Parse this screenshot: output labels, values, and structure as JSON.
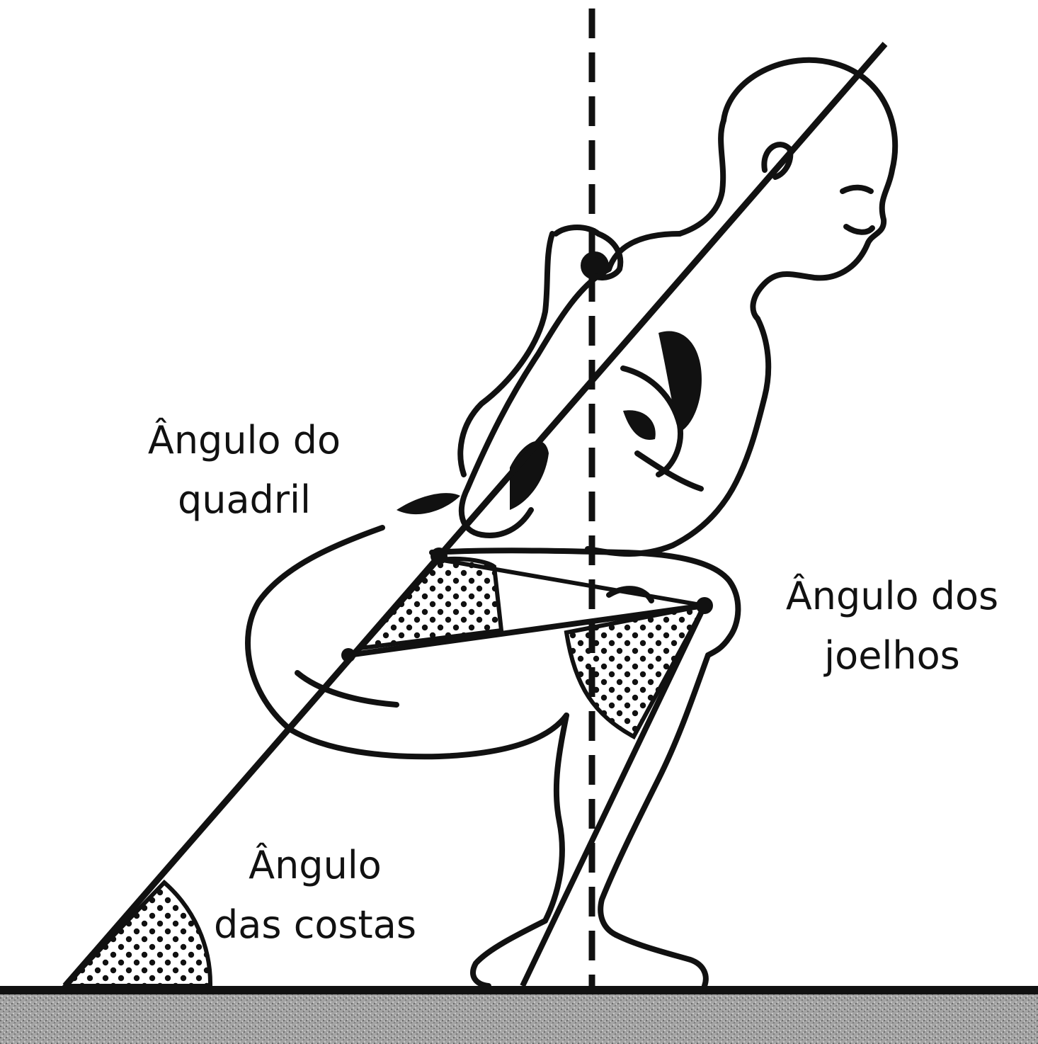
{
  "labels": {
    "hip": {
      "line1": "Ângulo do",
      "line2": "quadril"
    },
    "knee": {
      "line1": "Ângulo dos",
      "line2": "joelhos"
    },
    "back": {
      "line1": "Ângulo",
      "line2": "das costas"
    }
  },
  "figure": {
    "subject": "squat-posture-figure",
    "ink_color": "#111111",
    "ground_color": "#9a9a9a"
  }
}
